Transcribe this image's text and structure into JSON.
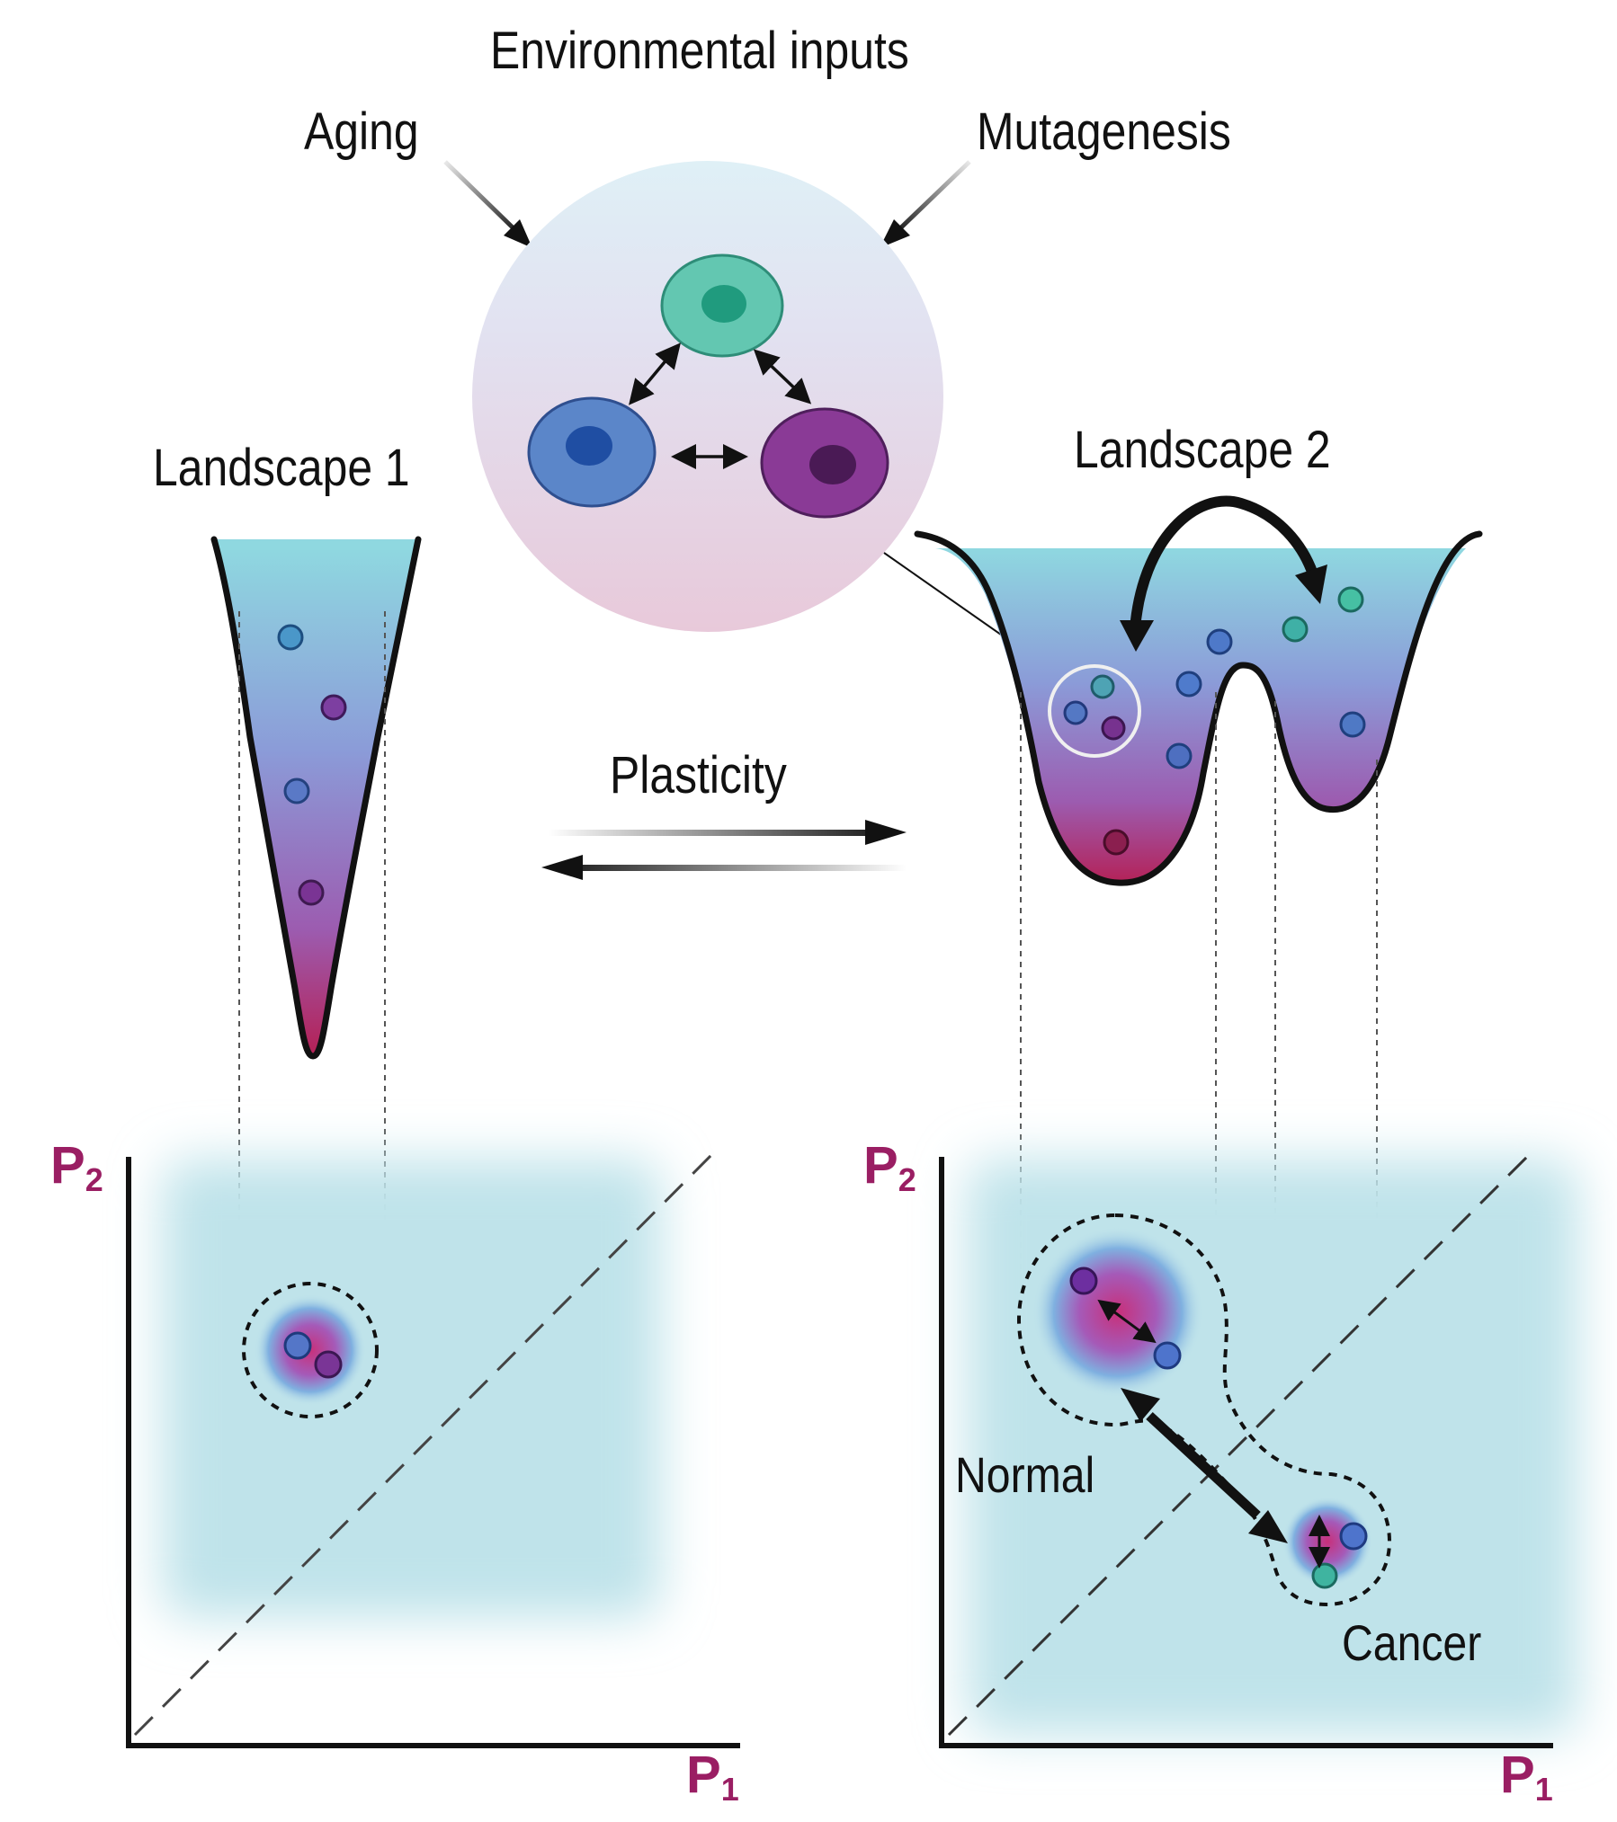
{
  "labels": {
    "environmental_inputs": "Environmental inputs",
    "aging": "Aging",
    "mutagenesis": "Mutagenesis",
    "landscape_1": "Landscape 1",
    "landscape_2": "Landscape 2",
    "plasticity": "Plasticity",
    "normal": "Normal",
    "cancer": "Cancer"
  },
  "axes": {
    "left": {
      "y_main": "P",
      "y_sub": "2",
      "x_main": "P",
      "x_sub": "1"
    },
    "right": {
      "y_main": "P",
      "y_sub": "2",
      "x_main": "P",
      "x_sub": "1"
    }
  },
  "colors": {
    "teal_cell": "#5cc4ad",
    "blue_cell": "#5b86c9",
    "purple_cell": "#8a3a96",
    "axis_label": "#9a1e63",
    "state_space": "#bfe4ea",
    "well_top": "#8fd6df",
    "well_bottom": "#b5245a"
  },
  "cell_types": [
    "teal-cell",
    "blue-cell",
    "purple-cell"
  ]
}
